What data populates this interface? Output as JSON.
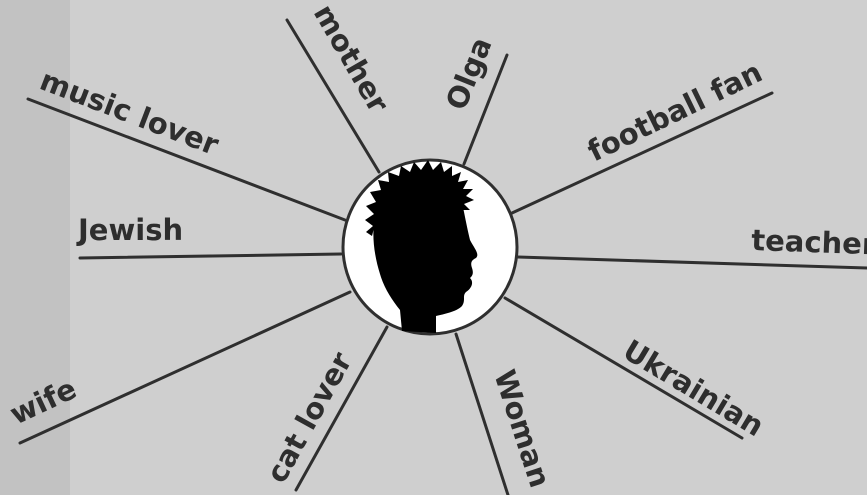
{
  "center": {
    "icon": "head-silhouette-icon"
  },
  "labels": {
    "mother": "mother",
    "olga": "Olga",
    "football_fan": "football fan",
    "music_lover": "music lover",
    "jewish": "Jewish",
    "teacher": "teacher",
    "wife": "wife",
    "cat_lover": "cat lover",
    "woman": "Woman",
    "ukrainian": "Ukrainian"
  },
  "colors": {
    "background": "#cfcfcf",
    "side_strip": "#c2c2c2",
    "line": "#2f2f2f",
    "text": "#2e2e2e",
    "circle_fill": "#ffffff"
  }
}
